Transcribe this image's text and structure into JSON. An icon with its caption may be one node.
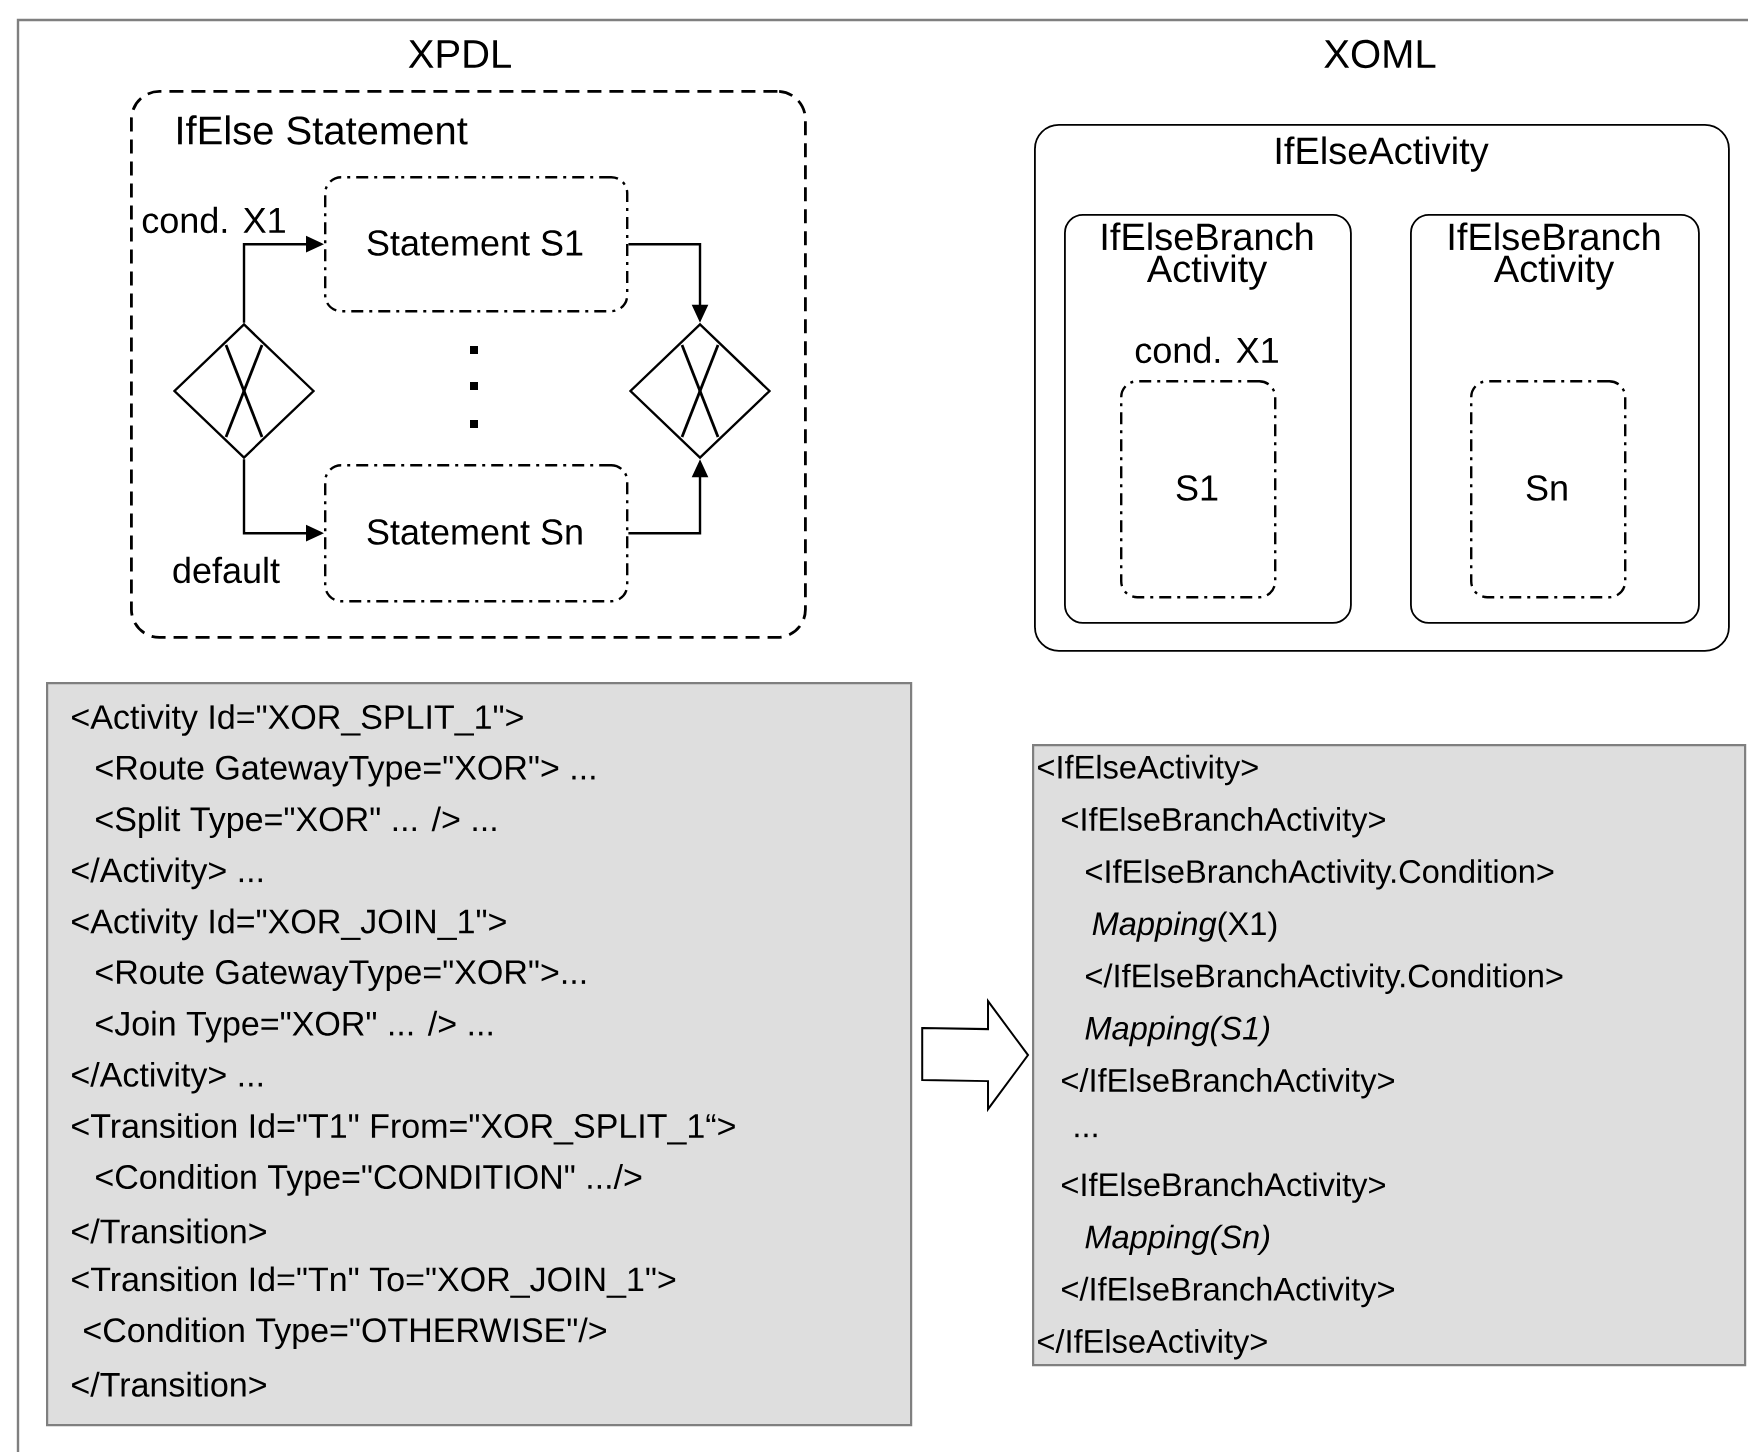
{
  "diagram": {
    "nodes": [
      {
        "text": [
          "IfElse Statement"
        ]
      },
      {
        "text": [],
        "shape": "diamond",
        "in": 0
      },
      {
        "text": [
          "Statement S1"
        ],
        "in": 0
      },
      {
        "text": [
          "Statement Sn"
        ],
        "in": 0
      },
      {
        "text": [],
        "shape": "diamond",
        "in": 0
      },
      {
        "text": [
          "IfElseActivity"
        ]
      },
      {
        "text": [
          "IfElseBranch Activity",
          "cond. X1"
        ],
        "in": 5
      },
      {
        "text": [
          "S1"
        ],
        "in": 6
      },
      {
        "text": [
          "IfElseBranch Activity"
        ],
        "in": 5
      },
      {
        "text": [
          "Sn"
        ],
        "in": 8
      },
      {
        "text": [
          "<Activity Id=\"XOR_SPLIT_1\">",
          "<Route GatewayType=\"XOR\"> ...",
          "<Split Type=\"XOR\" ... /> ...",
          "</Activity> ...",
          "<Activity Id=\"XOR_JOIN_1\">",
          "<Route GatewayType=\"XOR\">...",
          "<Join Type=\"XOR\" ... /> ...",
          "</Activity> ...",
          "<Transition Id=\"T1\" From=\"XOR_SPLIT_1“>",
          "<Condition Type=\"CONDITION\" .../>",
          "</Transition>",
          "<Transition Id=\"Tn\" To=\"XOR_JOIN_1\">",
          "<Condition Type=\"OTHERWISE\"/>",
          "</Transition>"
        ]
      },
      {
        "text": [
          "<IfElseActivity>",
          "<IfElseBranchActivity>",
          "<IfElseBranchActivity.Condition>",
          "*Mapping*(X1)",
          "</IfElseBranchActivity.Condition>",
          "*Mapping(S1)*",
          "</IfElseBranchActivity>",
          "...",
          "<IfElseBranchActivity>",
          "*Mapping(Sn)*",
          "</IfElseBranchActivity>",
          "</IfElseActivity>"
        ]
      }
    ],
    "edges": [
      {
        "from": 1,
        "to": 2,
        "arrow": "to",
        "label": "cond. X1"
      },
      {
        "from": 1,
        "to": 3,
        "arrow": "to",
        "label": "default"
      },
      {
        "from": 2,
        "to": 4,
        "arrow": "to"
      },
      {
        "from": 3,
        "to": 4,
        "arrow": "to"
      },
      {
        "from": 10,
        "to": 11,
        "arrow": "to"
      }
    ],
    "labels": [
      "XPDL",
      "XOML"
    ]
  }
}
